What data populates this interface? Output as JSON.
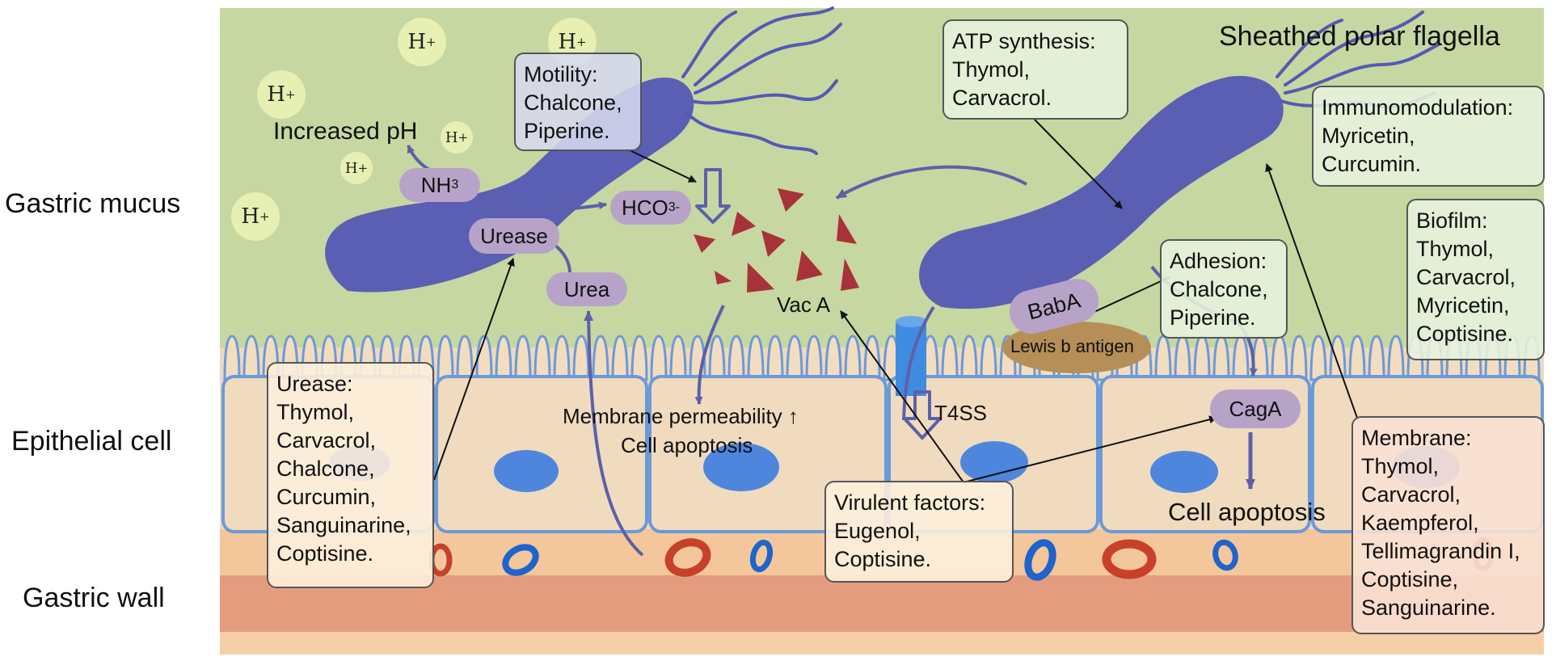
{
  "regions": {
    "gastric_mucus": "Gastric mucus",
    "epithelial_cell": "Epithelial cell",
    "gastric_wall": "Gastric wall"
  },
  "h_ion": "H",
  "labels": {
    "increased_ph": "Increased pH",
    "sheathed_flagella": "Sheathed polar flagella",
    "vac_a": "Vac A",
    "t4ss": "T4SS",
    "membrane_permeability": "Membrane permeability ↑",
    "cell_apoptosis_left": "Cell apoptosis",
    "cell_apoptosis_right": "Cell apoptosis"
  },
  "molecules": {
    "nh3_base": "NH",
    "nh3_sub": "3",
    "hco3_base": "HCO",
    "hco3_sub": "3",
    "hco3_sup": "-",
    "urease": "Urease",
    "urea": "Urea",
    "baba": "BabA",
    "lewis_b": "Lewis b antigen",
    "caga": "CagA"
  },
  "boxes": {
    "motility": [
      "Motility:",
      "Chalcone,",
      "Piperine."
    ],
    "atp": [
      "ATP synthesis:",
      "Thymol,",
      "Carvacrol."
    ],
    "immuno": [
      "Immunomodulation:",
      "Myricetin,",
      "Curcumin."
    ],
    "biofilm": [
      "Biofilm:",
      "Thymol,",
      "Carvacrol,",
      "Myricetin,",
      "Coptisine."
    ],
    "adhesion": [
      "Adhesion:",
      "Chalcone,",
      "Piperine."
    ],
    "urease": [
      "Urease:",
      "Thymol,",
      "Carvacrol,",
      "Chalcone,",
      "Curcumin,",
      "Sanguinarine,",
      "Coptisine."
    ],
    "virulent": [
      "Virulent factors:",
      "Eugenol,",
      "Coptisine."
    ],
    "membrane": [
      "Membrane:",
      "Thymol,",
      "Carvacrol,",
      "Kaempferol,",
      "Tellimagrandin I,",
      "Coptisine,",
      "Sanguinarine."
    ]
  },
  "colors": {
    "mucus": "#c6d7a2",
    "epithelium": "#efd9bd",
    "cell_outline": "#6b9ad8",
    "nucleus": "#4f86dd",
    "bacterium": "#5559b4",
    "toxin": "#a8323a",
    "wall_band": "#f3c79b",
    "wall": "#e49c7f",
    "arrow_purple": "#5d60a8",
    "molecule_pill": "#b7a3c8",
    "lewis_antigen": "#b58f57"
  }
}
